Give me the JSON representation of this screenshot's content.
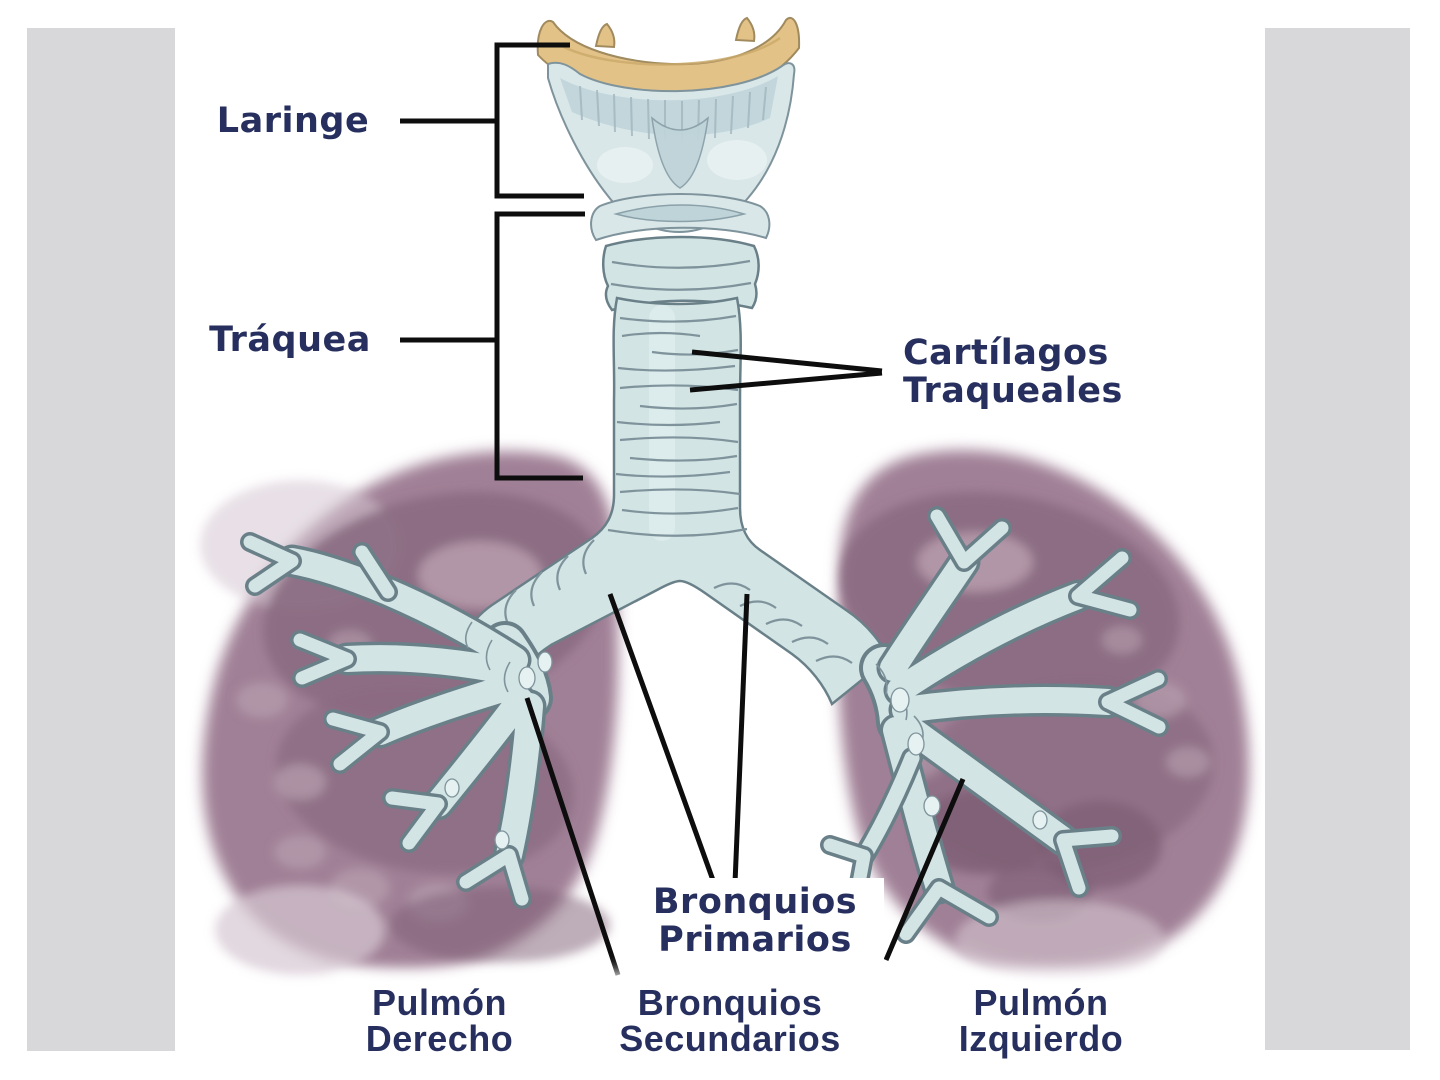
{
  "colors": {
    "panel": "#d8d8da",
    "text": "#262f5e",
    "line": "#0d0d0d",
    "lung": "#a08096",
    "lung_dark": "#8b6b82",
    "lung_deep": "#7c5c73",
    "lung_light": "#b79eae",
    "lung_haze": "#d6c7d1",
    "airway": "#d3e4e4",
    "airway_line": "#7e939b",
    "airway_outline": "#6a8089",
    "airway_hi": "#e6f1f1",
    "larynx": "#d9e7e9",
    "larynx_shade": "#bfd4d9",
    "larynx_light": "#e8f1f2",
    "hyoid": "#e3c288",
    "hyoid_outline": "#a08a5e",
    "label_bg": "#ffffff"
  },
  "labels": {
    "laringe": "Laringe",
    "traquea": "Tráquea",
    "cartilagos_1": "Cartílagos",
    "cartilagos_2": "Traqueales",
    "primarios_1": "Bronquios",
    "primarios_2": "Primarios",
    "secundarios_1": "Bronquios",
    "secundarios_2": "Secundarios",
    "derecho_1": "Pulmón",
    "derecho_2": "Derecho",
    "izquierdo_1": "Pulmón",
    "izquierdo_2": "Izquierdo"
  }
}
